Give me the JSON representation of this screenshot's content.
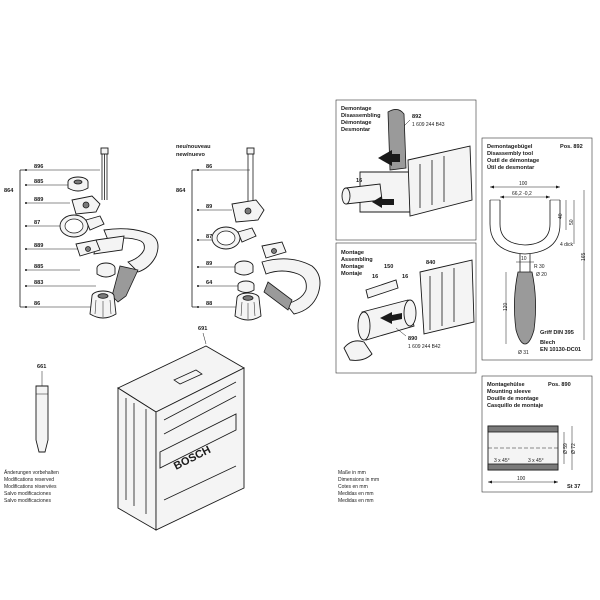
{
  "left_assembly": {
    "group_label": "864",
    "labels": [
      "896",
      "885",
      "889",
      "87",
      "889",
      "885",
      "883",
      "86"
    ]
  },
  "mid_assembly": {
    "heading_de": "neu/nouveau",
    "heading_en": "new/nuevo",
    "group_label": "864",
    "labels": [
      "86",
      "89",
      "87",
      "89",
      "64",
      "88"
    ]
  },
  "case_label": "691",
  "tool_label": "661",
  "case_brand": "BOSCH",
  "notes_left": [
    "Änderungen vorbehalten",
    "Modifications reserved",
    "Modifications réservées",
    "Salvo modificaciones",
    "Salvo modificaciones"
  ],
  "notes_mid": [
    "Maße in mm",
    "Dimensions in mm",
    "Cotes en mm",
    "Medidas en mm",
    "Medidas en mm"
  ],
  "disassembling": {
    "title": [
      "Demontage",
      "Disassembling",
      "Démontage",
      "Desmontar"
    ],
    "part_no": "892",
    "order_no": "1 609 244 B43",
    "pos_label": "16"
  },
  "assembling": {
    "title": [
      "Montage",
      "Assembling",
      "Montage",
      "Montaje"
    ],
    "labels": [
      "150",
      "840",
      "16",
      "16"
    ],
    "part_no": "890",
    "order_no": "1 609 244 B42"
  },
  "tool_892": {
    "title": [
      "Demontagebügel",
      "Disassembly tool",
      "Outil de démontage",
      "Útil de desmontar"
    ],
    "pos": "Pos. 892",
    "dims": [
      "100",
      "66,2 -0,2",
      "40",
      "50",
      "4 dick",
      "165",
      "10",
      "R 30",
      "Ø 20",
      "120",
      "Ø 31"
    ],
    "grip_note": [
      "Griff DIN 395",
      "Blech",
      "EN 10130-DC01"
    ]
  },
  "sleeve_890": {
    "title": [
      "Montagehülse",
      "Mounting sleeve",
      "Douille de montage",
      "Casquillo de montaje"
    ],
    "pos": "Pos. 890",
    "dims": [
      "3 x 45°",
      "3 x 45°",
      "Ø 59",
      "Ø 72",
      "100"
    ],
    "material": "St 37"
  }
}
